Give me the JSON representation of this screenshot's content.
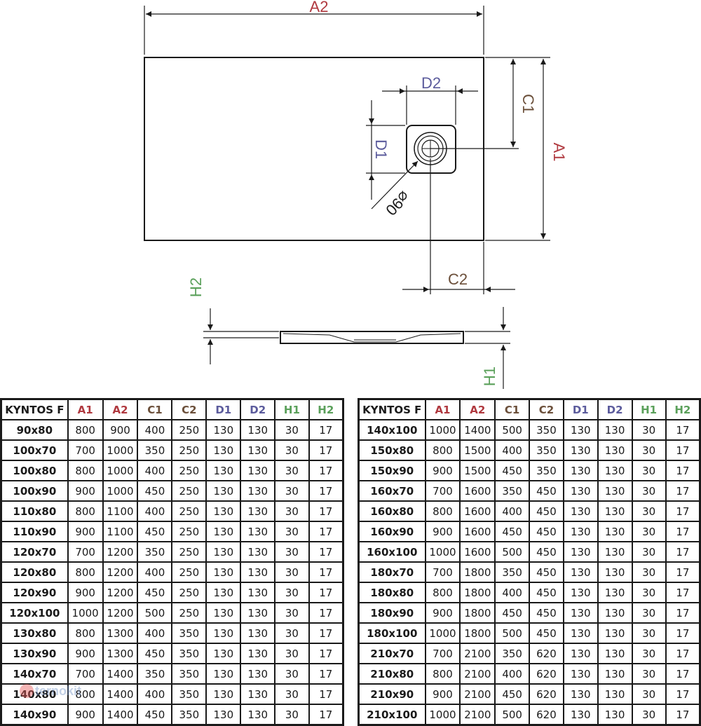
{
  "colors": {
    "A": "#b0393f",
    "C": "#6b4f3a",
    "D": "#5b5b9c",
    "H": "#5aa05a",
    "line": "#1a1a1a"
  },
  "drawing": {
    "labels": {
      "A2": "A2",
      "A1": "A1",
      "C1": "C1",
      "C2": "C2",
      "D1": "D1",
      "D2": "D2",
      "H1": "H1",
      "H2": "H2",
      "drain": "⌀90"
    }
  },
  "table": {
    "headers": [
      "KYNTOS F",
      "A1",
      "A2",
      "C1",
      "C2",
      "D1",
      "D2",
      "H1",
      "H2"
    ],
    "left_rows": [
      [
        "90x80",
        "800",
        "900",
        "400",
        "250",
        "130",
        "130",
        "30",
        "17"
      ],
      [
        "100x70",
        "700",
        "1000",
        "350",
        "250",
        "130",
        "130",
        "30",
        "17"
      ],
      [
        "100x80",
        "800",
        "1000",
        "400",
        "250",
        "130",
        "130",
        "30",
        "17"
      ],
      [
        "100x90",
        "900",
        "1000",
        "450",
        "250",
        "130",
        "130",
        "30",
        "17"
      ],
      [
        "110x80",
        "800",
        "1100",
        "400",
        "250",
        "130",
        "130",
        "30",
        "17"
      ],
      [
        "110x90",
        "900",
        "1100",
        "450",
        "250",
        "130",
        "130",
        "30",
        "17"
      ],
      [
        "120x70",
        "700",
        "1200",
        "350",
        "250",
        "130",
        "130",
        "30",
        "17"
      ],
      [
        "120x80",
        "800",
        "1200",
        "400",
        "250",
        "130",
        "130",
        "30",
        "17"
      ],
      [
        "120x90",
        "900",
        "1200",
        "450",
        "250",
        "130",
        "130",
        "30",
        "17"
      ],
      [
        "120x100",
        "1000",
        "1200",
        "500",
        "250",
        "130",
        "130",
        "30",
        "17"
      ],
      [
        "130x80",
        "800",
        "1300",
        "400",
        "350",
        "130",
        "130",
        "30",
        "17"
      ],
      [
        "130x90",
        "900",
        "1300",
        "450",
        "350",
        "130",
        "130",
        "30",
        "17"
      ],
      [
        "140x70",
        "700",
        "1400",
        "350",
        "350",
        "130",
        "130",
        "30",
        "17"
      ],
      [
        "140x80",
        "800",
        "1400",
        "400",
        "350",
        "130",
        "130",
        "30",
        "17"
      ],
      [
        "140x90",
        "900",
        "1400",
        "450",
        "350",
        "130",
        "130",
        "30",
        "17"
      ]
    ],
    "right_rows": [
      [
        "140x100",
        "1000",
        "1400",
        "500",
        "350",
        "130",
        "130",
        "30",
        "17"
      ],
      [
        "150x80",
        "800",
        "1500",
        "400",
        "350",
        "130",
        "130",
        "30",
        "17"
      ],
      [
        "150x90",
        "900",
        "1500",
        "450",
        "350",
        "130",
        "130",
        "30",
        "17"
      ],
      [
        "160x70",
        "700",
        "1600",
        "350",
        "450",
        "130",
        "130",
        "30",
        "17"
      ],
      [
        "160x80",
        "800",
        "1600",
        "400",
        "450",
        "130",
        "130",
        "30",
        "17"
      ],
      [
        "160x90",
        "900",
        "1600",
        "450",
        "450",
        "130",
        "130",
        "30",
        "17"
      ],
      [
        "160x100",
        "1000",
        "1600",
        "500",
        "450",
        "130",
        "130",
        "30",
        "17"
      ],
      [
        "180x70",
        "700",
        "1800",
        "350",
        "450",
        "130",
        "130",
        "30",
        "17"
      ],
      [
        "180x80",
        "800",
        "1800",
        "400",
        "450",
        "130",
        "130",
        "30",
        "17"
      ],
      [
        "180x90",
        "900",
        "1800",
        "450",
        "450",
        "130",
        "130",
        "30",
        "17"
      ],
      [
        "180x100",
        "1000",
        "1800",
        "500",
        "450",
        "130",
        "130",
        "30",
        "17"
      ],
      [
        "210x70",
        "700",
        "2100",
        "350",
        "620",
        "130",
        "130",
        "30",
        "17"
      ],
      [
        "210x80",
        "800",
        "2100",
        "400",
        "620",
        "130",
        "130",
        "30",
        "17"
      ],
      [
        "210x90",
        "900",
        "2100",
        "450",
        "620",
        "130",
        "130",
        "30",
        "17"
      ],
      [
        "210x100",
        "1000",
        "2100",
        "500",
        "620",
        "130",
        "130",
        "30",
        "17"
      ]
    ]
  },
  "watermark": "ternokit"
}
